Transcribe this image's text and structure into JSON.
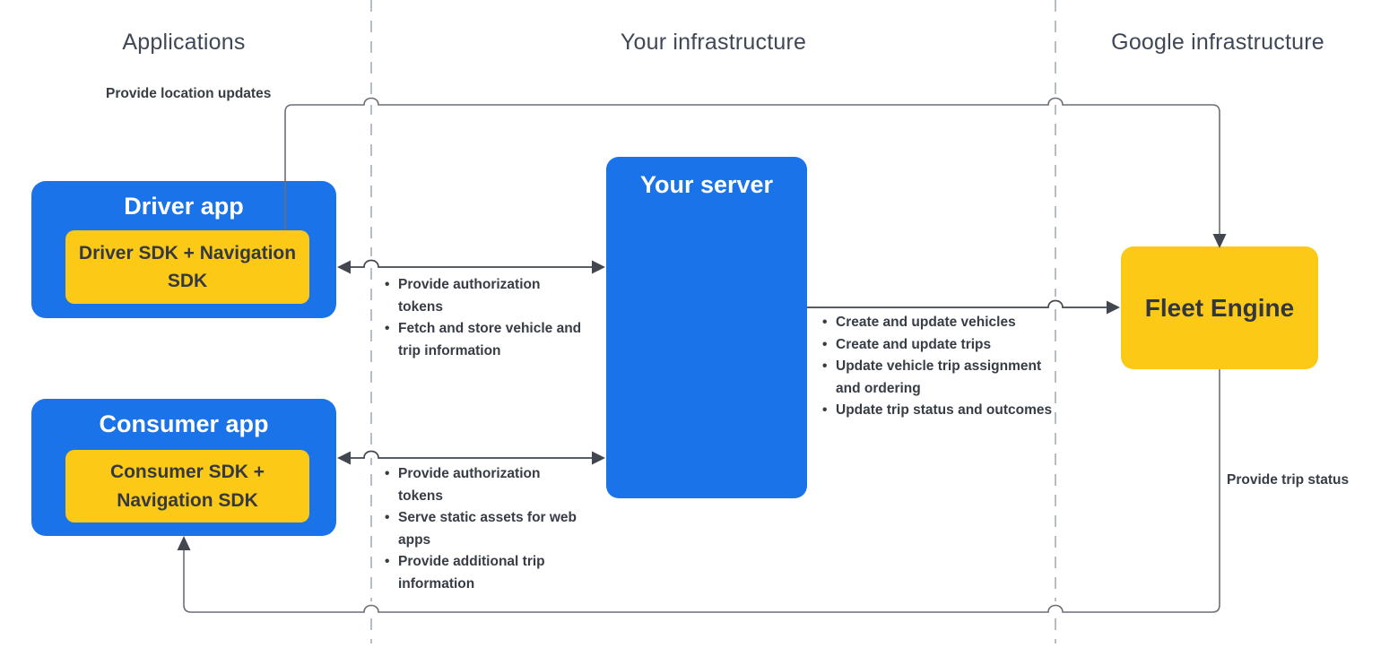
{
  "diagram": {
    "columns": {
      "applications": "Applications",
      "your_infrastructure": "Your infrastructure",
      "google_infrastructure": "Google infrastructure"
    },
    "nodes": {
      "driver_app": {
        "title": "Driver app",
        "sdk": "Driver SDK + Navigation SDK"
      },
      "consumer_app": {
        "title": "Consumer app",
        "sdk": "Consumer SDK + Navigation SDK"
      },
      "your_server": {
        "title": "Your server"
      },
      "fleet_engine": {
        "title": "Fleet Engine"
      }
    },
    "edges": {
      "location_updates": {
        "label": "Provide location updates"
      },
      "trip_status": {
        "label": "Provide trip status"
      },
      "driver_server": {
        "items": [
          "Provide authorization tokens",
          "Fetch and store vehicle and trip information"
        ]
      },
      "consumer_server": {
        "items": [
          "Provide authorization tokens",
          "Serve static assets for web apps",
          "Provide additional trip information"
        ]
      },
      "server_fleet": {
        "items": [
          "Create and update vehicles",
          "Create and update trips",
          "Update vehicle trip assignment and ordering",
          "Update trip status and outcomes"
        ]
      }
    }
  },
  "colors": {
    "blue": "#1a73e8",
    "yellow": "#fbc916",
    "heading": "#3f4856",
    "text": "#373c45",
    "line": "#6a6f78",
    "arrow": "#41464f",
    "divider": "#b7bdc7"
  }
}
